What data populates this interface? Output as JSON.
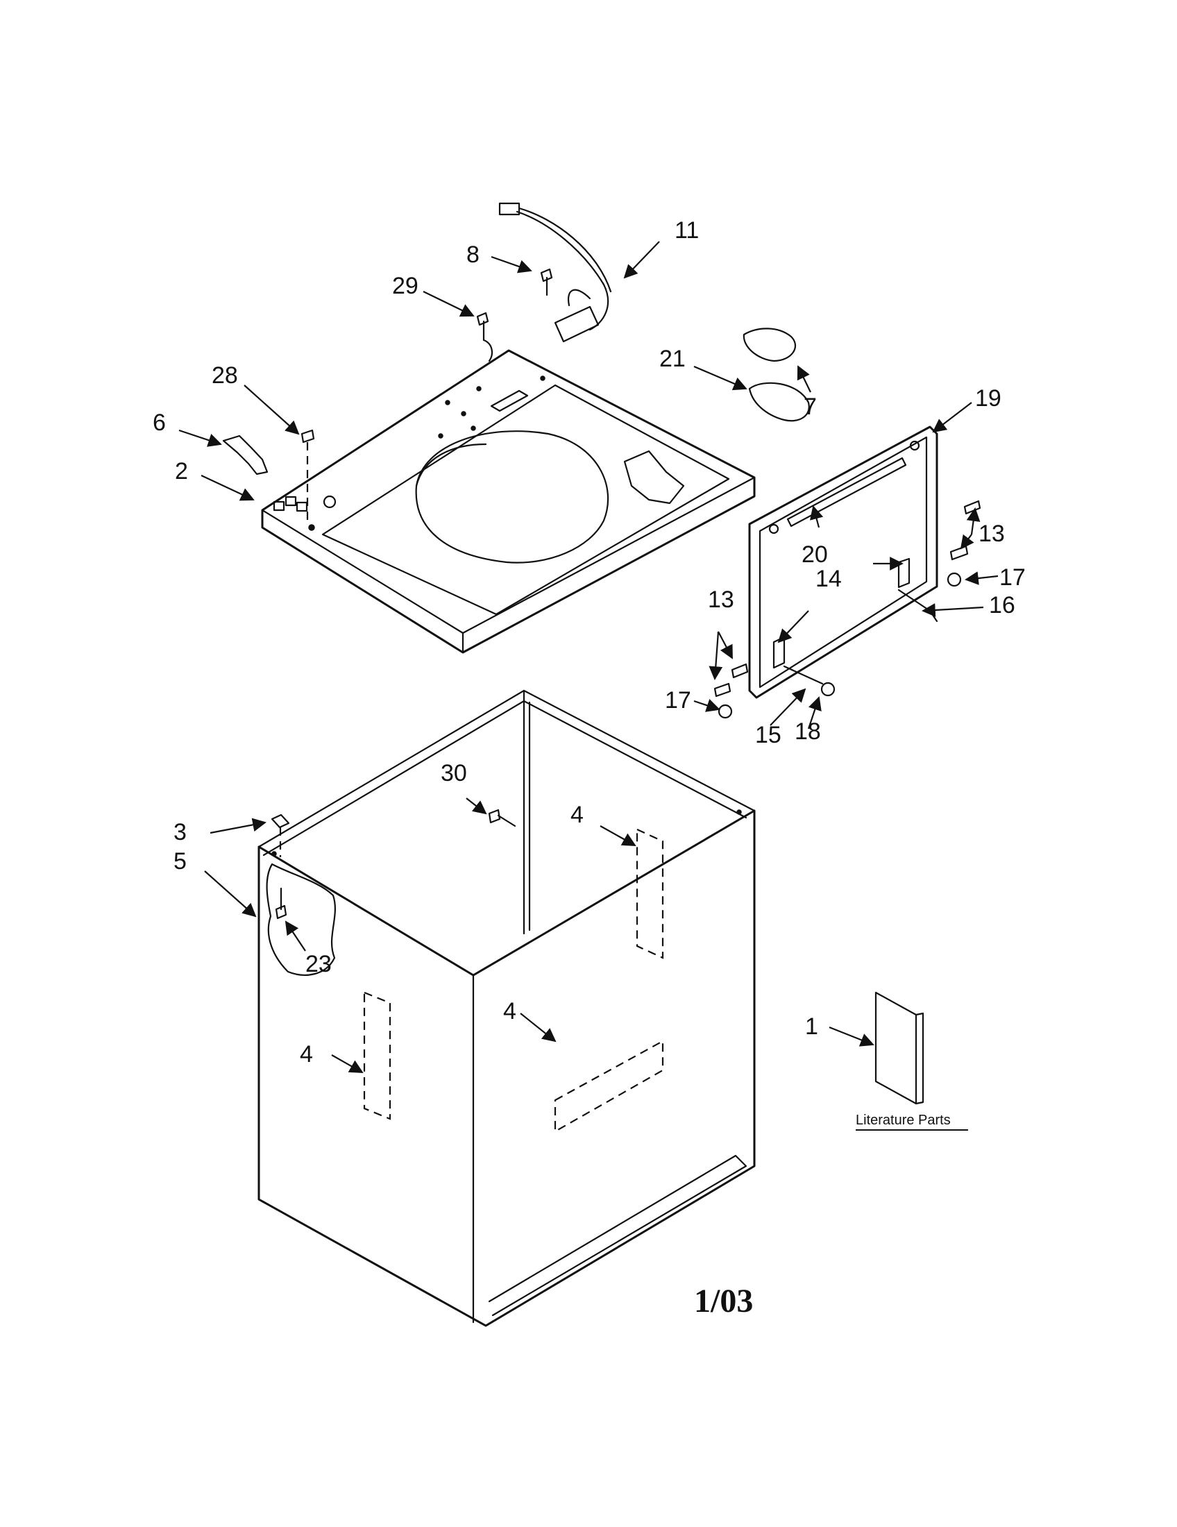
{
  "callouts": [
    "1",
    "2",
    "3",
    "4",
    "5",
    "6",
    "7",
    "8",
    "11",
    "13",
    "14",
    "15",
    "16",
    "17",
    "18",
    "19",
    "20",
    "21",
    "23",
    "28",
    "29",
    "30"
  ],
  "literature_label": "Literature Parts",
  "page_code": "1/03"
}
